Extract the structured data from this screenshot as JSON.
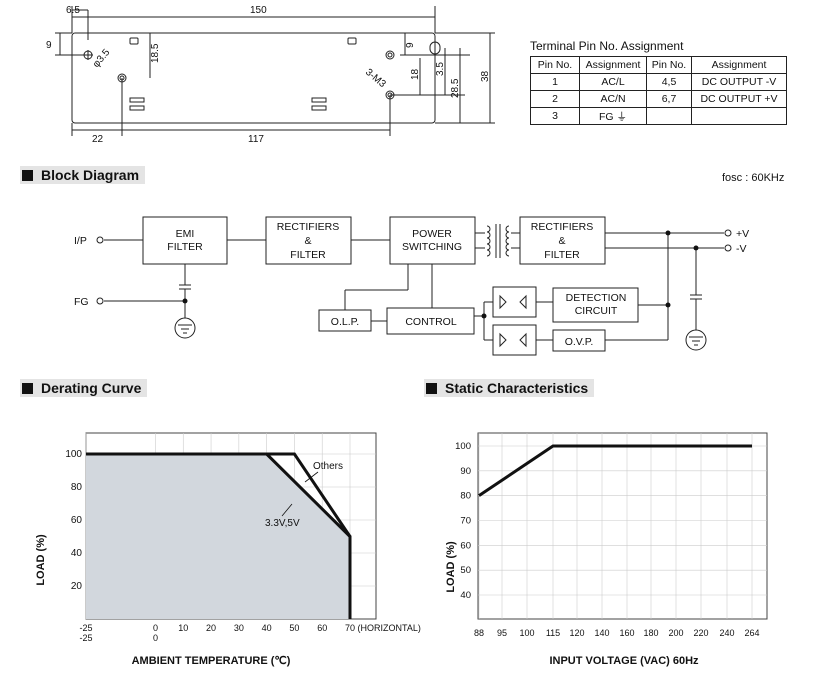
{
  "mechanical": {
    "dims": {
      "d6_5": "6.5",
      "d150": "150",
      "d9_left": "9",
      "d18_5": "18.5",
      "d3_5_hole": "φ3.5",
      "d9_right": "9",
      "d3_5_right": "3.5",
      "d18": "18",
      "d28_5": "28.5",
      "d38": "38",
      "d3m3": "3-M3",
      "d22": "22",
      "d117": "117"
    }
  },
  "pin_table": {
    "title": "Terminal Pin No.  Assignment",
    "headers": [
      "Pin No.",
      "Assignment",
      "Pin No.",
      "Assignment"
    ],
    "rows": [
      [
        "1",
        "AC/L",
        "4,5",
        "DC OUTPUT -V"
      ],
      [
        "2",
        "AC/N",
        "6,7",
        "DC OUTPUT +V"
      ],
      [
        "3",
        "FG ⏚",
        "",
        ""
      ]
    ]
  },
  "sections": {
    "block_diagram": "Block Diagram",
    "derating": "Derating Curve",
    "static": "Static Characteristics"
  },
  "block_diagram": {
    "fosc": "fosc : 60KHz",
    "ip_label": "I/P",
    "fg_label": "FG",
    "emi_l1": "EMI",
    "emi_l2": "FILTER",
    "rect1_l1": "RECTIFIERS",
    "rect1_l2": "&",
    "rect1_l3": "FILTER",
    "power_l1": "POWER",
    "power_l2": "SWITCHING",
    "rect2_l1": "RECTIFIERS",
    "rect2_l2": "&",
    "rect2_l3": "FILTER",
    "olp": "O.L.P.",
    "control": "CONTROL",
    "det_l1": "DETECTION",
    "det_l2": "CIRCUIT",
    "ovp": "O.V.P.",
    "out_pos": "+V",
    "out_neg": "-V"
  },
  "chart_data": [
    {
      "type": "line",
      "name": "derating",
      "xlabel": "AMBIENT TEMPERATURE (℃)",
      "ylabel": "LOAD (%)",
      "xlim": [
        -25,
        75
      ],
      "ylim": [
        0,
        110
      ],
      "x_ticks": [
        "-25",
        "0",
        "10",
        "20",
        "30",
        "40",
        "50",
        "60",
        "70 (HORIZONTAL)"
      ],
      "x_ticks_second_row": [
        "-25",
        "0"
      ],
      "y_ticks": [
        "20",
        "40",
        "60",
        "80",
        "100"
      ],
      "series": [
        {
          "name": "3.3V,5V",
          "x": [
            -25,
            40,
            70,
            70
          ],
          "y": [
            100,
            100,
            50,
            0
          ]
        },
        {
          "name": "Others",
          "x": [
            -25,
            50,
            70,
            70
          ],
          "y": [
            100,
            100,
            50,
            0
          ]
        }
      ]
    },
    {
      "type": "line",
      "name": "static",
      "xlabel": "INPUT VOLTAGE (VAC) 60Hz",
      "ylabel": "LOAD (%)",
      "x_categories": [
        "88",
        "95",
        "100",
        "115",
        "120",
        "140",
        "160",
        "180",
        "200",
        "220",
        "240",
        "264"
      ],
      "y_ticks": [
        "40",
        "50",
        "60",
        "70",
        "80",
        "90",
        "100"
      ],
      "ylim": [
        30,
        105
      ],
      "series": [
        {
          "x": [
            "88",
            "115",
            "264"
          ],
          "y": [
            80,
            100,
            100
          ]
        }
      ]
    }
  ]
}
